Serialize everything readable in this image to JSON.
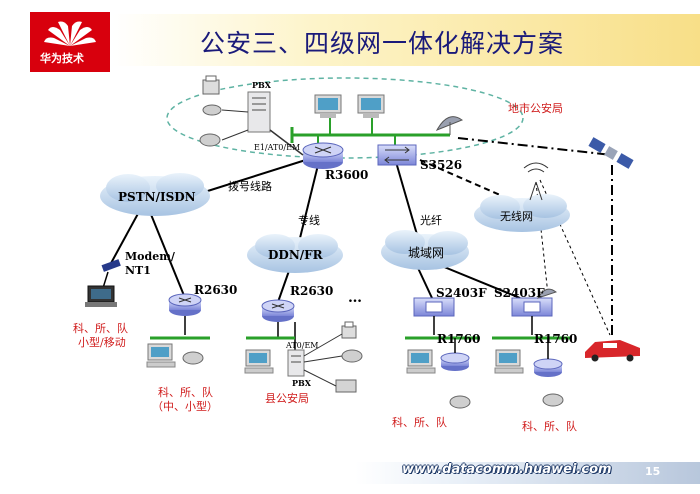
{
  "title": "公安三、四级网一体化解决方案",
  "logo": {
    "text": "华为技术",
    "brand_color": "#d8000d"
  },
  "footer": {
    "url": "www.datacomm.huawei.com",
    "page": "15"
  },
  "colors": {
    "link_black": "#000000",
    "bus_green": "#2aa02a",
    "ellipse": "#5fb3a3",
    "label_red": "#d01c1c"
  },
  "nodes": {
    "pbx_top": "PBX",
    "e1_label": "E1/AT0/EM",
    "r3600": "R3600",
    "s3526": "S3526",
    "city_bureau": "地市公安局",
    "pstn": "PSTN/ISDN",
    "dial_line": "拨号线路",
    "leased_line": "专线",
    "fiber": "光纤",
    "wireless": "无线网",
    "ddn": "DDN/FR",
    "metro": "城域网",
    "modem": "Modem/",
    "nt1": "NT1",
    "r2630_a": "R2630",
    "r2630_b": "R2630",
    "ellipsis": "…",
    "s2403f_a": "S2403F",
    "s2403f_b": "S2403F",
    "r1760_a": "R1760",
    "r1760_b": "R1760",
    "at0_em": "AT0/EM",
    "pbx_county": "PBX",
    "county_bureau": "县公安局",
    "unit_small_mobile_1": "科、所、队",
    "unit_small_mobile_2": "小型/移动",
    "unit_mid_small_1": "科、所、队",
    "unit_mid_small_2": "（中、小型）",
    "unit_metro_a": "科、所、队",
    "unit_metro_b": "科、所、队"
  }
}
